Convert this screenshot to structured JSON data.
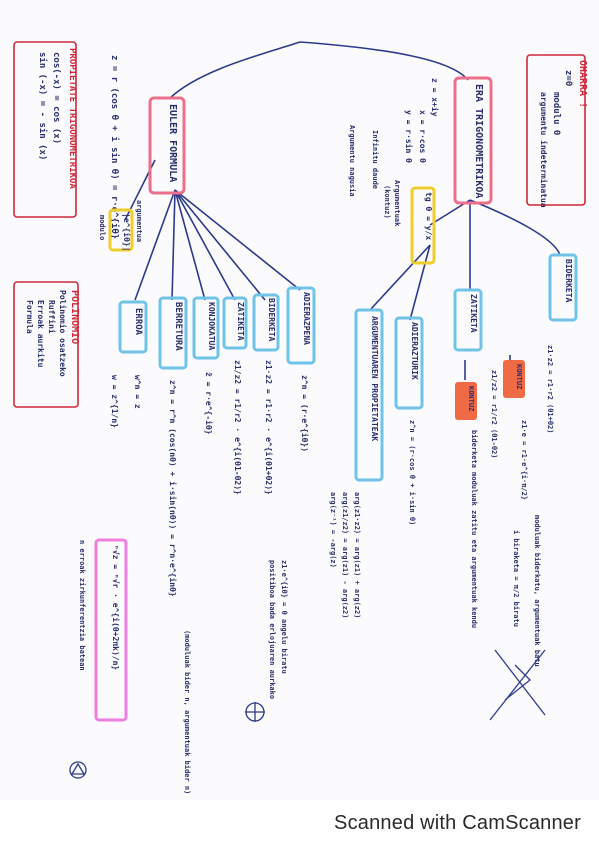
{
  "nodes": {
    "euler": "EULER FORMULA",
    "era_trig": "ERA TRIGONOMETRIKOA",
    "erroa": "ERROA",
    "berretura": "BERRETURA",
    "konjokatua": "KONJOKATUA",
    "zatiketa_left": "ZATIKETA",
    "biderketa_left": "BIDERKETA",
    "adierazpena": "ADIERAZPENA",
    "argumentuaren": "ARGUMENTUAREN PROPIETATEAK",
    "aldeagatuz": "ADIERAZTURIK",
    "zatiketa_right": "ZATIKETA",
    "biderketa_right": "BIDERKETA",
    "kontuz1": "KONTUZ",
    "kontuz2": "KONTUZ"
  },
  "corner_boxes": {
    "ohartu": {
      "title": "OHARRA !",
      "line1": "z=0",
      "line2": "modulu 0",
      "line3": "argumentu indeterminatua"
    },
    "propietate": {
      "title": "PROPIETATE TRIGONOMETRIKOA",
      "line1": "cos(-x) = cos (x)",
      "line2": "sin (-x) = - sin (x)"
    },
    "polinomio": {
      "title": "POLINOMIO",
      "line1": "Polinomio osatzeko",
      "line2": "Ruffini",
      "line3": "Erroak aurkitu",
      "line4": "Formula"
    }
  },
  "formulas": {
    "z_form": "z = r (cos θ + i sin θ) = r·e^{iθ}",
    "modulo": "modulo",
    "argumentua": "argumentua",
    "eiθ": "|e^{iθ}|",
    "xyz": "z = x+iy",
    "xrcos": "x = r·cos θ",
    "yrsin": "y = r·sin θ",
    "tan": "tg θ = y/x",
    "argumentuak": "Argumentuak",
    "beti": "(kontuz)",
    "infinitu": "Infinitu daude",
    "argumentu_nagusi": "Argumentu nagusia",
    "konjo_formula": "z̄ = r·e^{-iθ}",
    "zatik_formula": "z1/z2 = r1/r2 · e^{i(θ1-θ2)}",
    "bider_formula": "z1·z2 = r1·r2 · e^{i(θ1+θ2)}",
    "adier_formula": "z^n = (r·e^{iθ})",
    "berret_formula": "z^n = r^n (cos(nθ) + i·sin(nθ)) = r^n·e^{inθ}",
    "berret_note": "(moduluak bider n, argumentuak bider n)",
    "erroa_formula1": "w = z^{1/n}",
    "erroa_formula2": "w^n = z",
    "erroa_formula3": "ⁿ√z = ⁿ√r · e^{i(θ+2πk)/n}",
    "erroa_note": "n erroak zirkunferentzia batean",
    "arg_prop1": "arg(z1·z2) = arg(z1) + arg(z2)",
    "arg_prop2": "arg(z1/z2) = arg(z1) - arg(z2)",
    "arg_prop3": "arg(z⁻¹) = -arg(z)",
    "adier_right": "z^n = (r·cos θ + i·sin θ)",
    "zatik_right": "z1/z2 = r1/r2 (θ1-θ2)",
    "zatik_right_note": "biderketa moduluak zatitu eta argumentuak kendu",
    "bider_right": "z1·z2 = r1·r2 (θ1+θ2)",
    "bider_right_note": "moduluak biderkatu, argumentuak batu",
    "bider_right_2": "z1·e = r1·e^{i·π/2}",
    "eoie": "i biraketa = π/2 biratu",
    "bider_left_note": "z1·e^{iθ} = θ angelu biratu",
    "bider_left_note2": "positiboa bada erlojuaren aurkako",
    "konjo_note": "z̄ = r·e^{-iθ}"
  },
  "footer": {
    "scanner": "Scanned with CamScanner"
  }
}
